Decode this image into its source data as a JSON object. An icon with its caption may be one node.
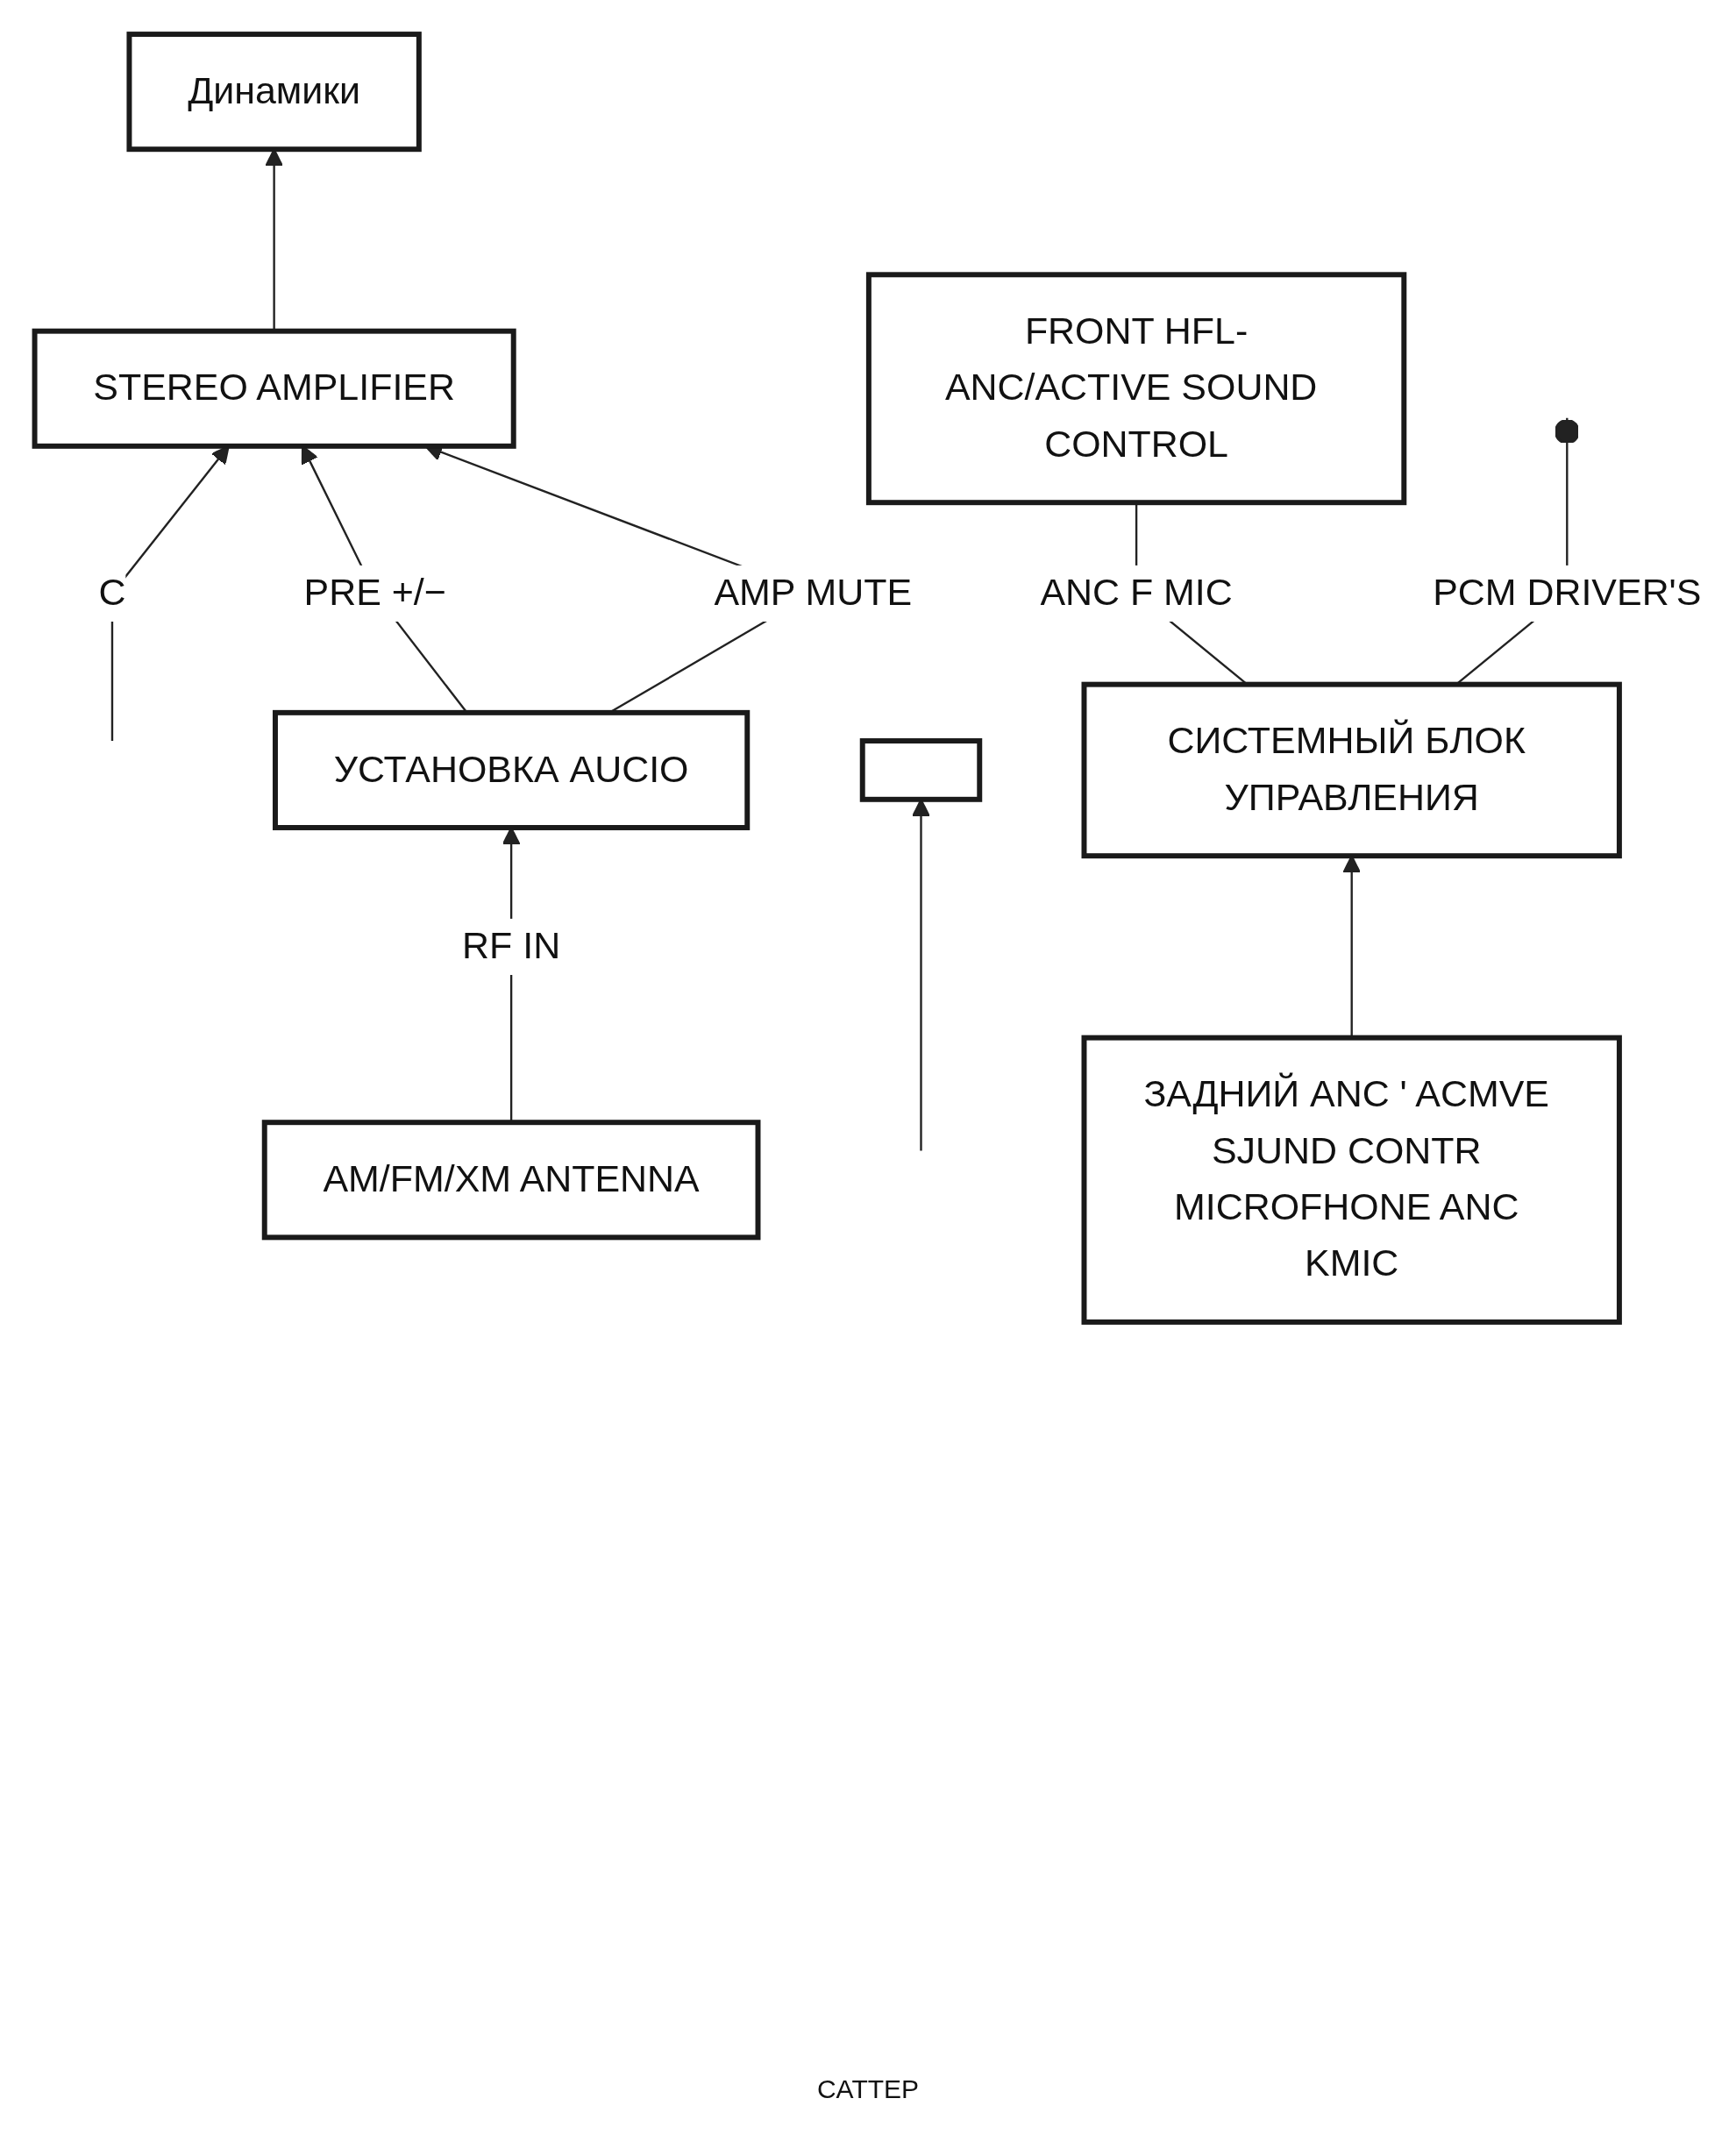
{
  "diagram": {
    "nodes": [
      {
        "text": [
          "ЗАДНИЙ ANC ' ACMVE SJUND CONTR MICROFHONE ANC KMIC"
        ]
      },
      {
        "text": [
          "Динамики"
        ]
      },
      {
        "text": [
          "STEREO AMPLIFIER"
        ]
      },
      {
        "text": [
          "СИСТЕМНЫЙ БЛОК УПРАВЛЕНИЯ"
        ]
      },
      {
        "text": [
          "УСТАНОВКА AUCIO"
        ]
      },
      {
        "text": [
          "AM/FM/XM ANTENNA"
        ]
      },
      {
        "text": [
          "FRONT HFL-ANC/ACTIVE SOUND CONTROL"
        ]
      },
      {
        "text": [],
        "shape": "box"
      }
    ],
    "edges": [
      {
        "from": null,
        "to": 2,
        "arrow": "to",
        "label": "C"
      },
      {
        "from": 2,
        "to": 1,
        "arrow": "to"
      },
      {
        "from": 4,
        "to": 2,
        "arrow": "to",
        "label": "PRE +/−"
      },
      {
        "from": 4,
        "to": 2,
        "arrow": "to",
        "label": "AMP MUTE"
      },
      {
        "from": 5,
        "to": 4,
        "arrow": "to",
        "label": "RF IN"
      },
      {
        "from": 0,
        "to": 3,
        "arrow": "to"
      },
      {
        "from": 3,
        "to": 6,
        "arrow": "none",
        "label": "ANC F MIC"
      },
      {
        "from": 3,
        "to": null,
        "arrow": "other",
        "label": "PCM DRIVER'S"
      },
      {
        "from": null,
        "to": 7,
        "arrow": "to"
      }
    ],
    "labels": [
      "CATTEP"
    ]
  }
}
